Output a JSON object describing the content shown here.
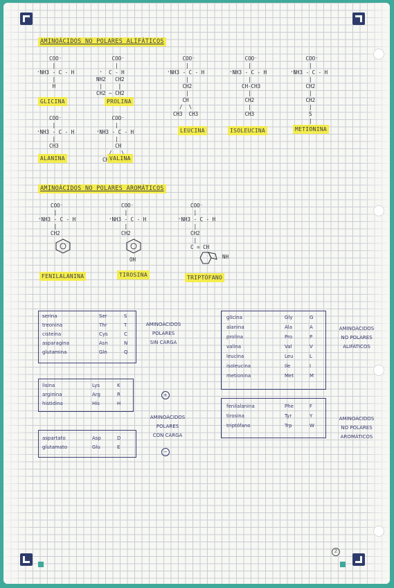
{
  "section1": {
    "title": "AMINOÁCIDOS NO POLARES ALIFÁTICOS",
    "structures": [
      {
        "label": "GLICINA",
        "drawing": "    COO⁻\n     |\n⁺NH3 - C - H\n     |\n     H"
      },
      {
        "label": "PROLINA",
        "drawing": "     COO⁻\n      |\n ⁺  C - H\nNH2   CH2\n |     |\nCH2 — CH2"
      },
      {
        "label": "LEUCINA",
        "drawing": "     COO⁻\n      |\n⁺NH3 - C - H\n      |\n     CH2\n      |\n     CH\n    /  \\\n  CH3  CH3"
      },
      {
        "label": "ISOLEUCINA",
        "drawing": "     COO⁻\n      |\n⁺NH3 - C - H\n      |\n    CH-CH3\n      |\n     CH2\n      |\n     CH3"
      },
      {
        "label": "METIONINA",
        "drawing": "     COO⁻\n      |\n⁺NH3 - C - H\n      |\n     CH2\n      |\n     CH2\n      |\n      S\n      |\n     CH3"
      },
      {
        "label": "ALANINA",
        "drawing": "    COO⁻\n     |\n⁺NH3 - C - H\n     |\n    CH3"
      },
      {
        "label": "VALINA",
        "drawing": "     COO⁻\n      |\n⁺NH3 - C - H\n      |\n      CH\n    /   \\\n  CH3   CH3"
      }
    ]
  },
  "section2": {
    "title": "AMINOÁCIDOS NO POLARES AROMÁTICOS",
    "structures": [
      {
        "label": "FENILALANINA",
        "drawing": "    COO⁻\n     |\n⁺NH3 - C - H\n     |\n    CH2"
      },
      {
        "label": "TIROSINA",
        "drawing": "    COO⁻\n     |\n⁺NH3 - C - H\n     |\n    CH2"
      },
      {
        "label": "TRIPTÓFANO",
        "drawing": "    COO⁻\n     |\n⁺NH3 - C - H\n     |\n    CH2\n     |\n    C = CH"
      }
    ],
    "oh": "OH",
    "nh": "NH"
  },
  "tables": {
    "polar": {
      "rows": [
        [
          "serina",
          "Ser",
          "S"
        ],
        [
          "treonina",
          "Thr",
          "T"
        ],
        [
          "cisteína",
          "Cys",
          "C"
        ],
        [
          "asparagina",
          "Asn",
          "N"
        ],
        [
          "glutamina",
          "Gln",
          "Q"
        ]
      ],
      "label": [
        "AMINOÁCIDOS",
        "POLARES",
        "SIN CARGA"
      ]
    },
    "positive": {
      "rows": [
        [
          "lisina",
          "Lys",
          "K"
        ],
        [
          "arginina",
          "Arg",
          "R"
        ],
        [
          "histidina",
          "His",
          "H"
        ]
      ],
      "sign": "+"
    },
    "negative": {
      "rows": [
        [
          "aspartato",
          "Asp",
          "D"
        ],
        [
          "glutamato",
          "Glu",
          "E"
        ]
      ],
      "sign": "−"
    },
    "charged_label": [
      "AMINOÁCIDOS",
      "POLARES",
      "CON CARGA"
    ],
    "aliphatic": {
      "rows": [
        [
          "glicina",
          "Gly",
          "G"
        ],
        [
          "alanina",
          "Ala",
          "A"
        ],
        [
          "prolina",
          "Pro",
          "P"
        ],
        [
          "valina",
          "Val",
          "V"
        ],
        [
          "leucina",
          "Leu",
          "L"
        ],
        [
          "isoleucina",
          "Ile",
          "I"
        ],
        [
          "metionina",
          "Met",
          "M"
        ]
      ],
      "label": [
        "AMINOÁCIDOS",
        "NO POLARES",
        "ALIFÁTICOS"
      ]
    },
    "aromatic": {
      "rows": [
        [
          "fenilalanina",
          "Phe",
          "F"
        ],
        [
          "tirosina",
          "Tyr",
          "Y"
        ],
        [
          "triptófano",
          "Trp",
          "W"
        ]
      ],
      "label": [
        "AMINOÁCIDOS",
        "NO POLARES",
        "AROMÁTICOS"
      ]
    }
  },
  "page_number": "2",
  "colors": {
    "background": "#3fa99a",
    "highlight": "#f4ec3c",
    "ink": "#34386a",
    "corner": "#2e3b6a"
  }
}
